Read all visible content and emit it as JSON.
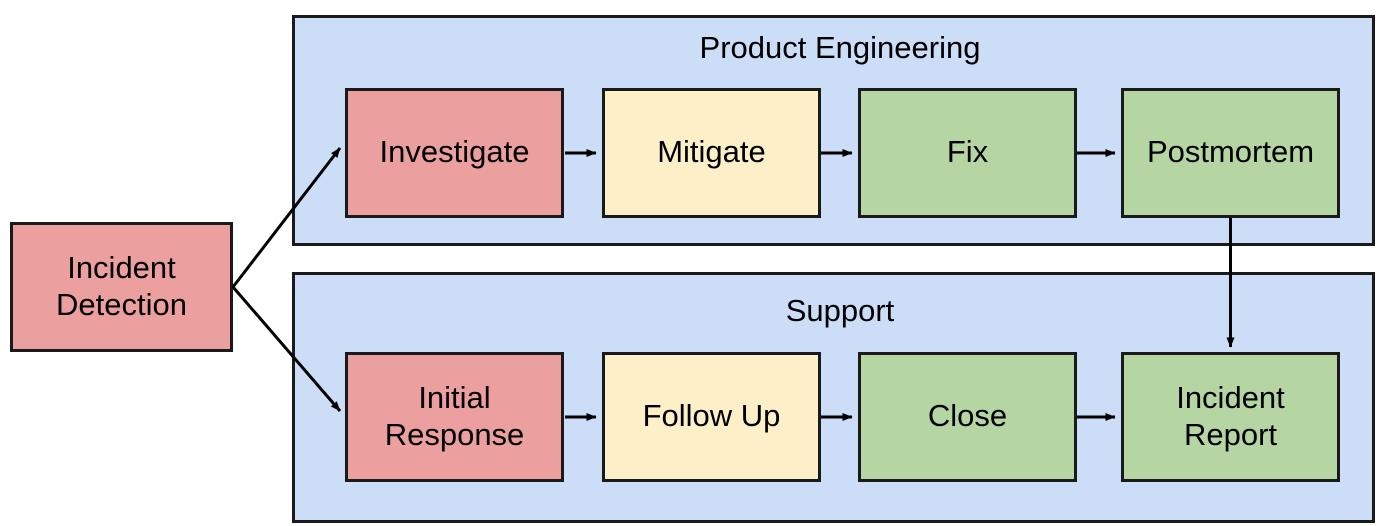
{
  "diagram": {
    "type": "swimlane-flowchart",
    "title_visible": false,
    "colors": {
      "lane_fill": "#ccddf7",
      "lane_stroke": "#1a1a1a",
      "red_fill": "#eb9f9f",
      "yellow_fill": "#fdefc8",
      "green_fill": "#b5d6a3",
      "node_stroke": "#1a1a1a",
      "edge_stroke": "#000000",
      "text": "#000000",
      "background": "#ffffff"
    },
    "start_node": {
      "id": "incident-detection",
      "label_line1": "Incident",
      "label_line2": "Detection",
      "fill_key": "red_fill"
    },
    "lanes": [
      {
        "id": "product-engineering",
        "title": "Product Engineering",
        "nodes": [
          {
            "id": "investigate",
            "label_line1": "Investigate",
            "label_line2": "",
            "fill_key": "red_fill"
          },
          {
            "id": "mitigate",
            "label_line1": "Mitigate",
            "label_line2": "",
            "fill_key": "yellow_fill"
          },
          {
            "id": "fix",
            "label_line1": "Fix",
            "label_line2": "",
            "fill_key": "green_fill"
          },
          {
            "id": "postmortem",
            "label_line1": "Postmortem",
            "label_line2": "",
            "fill_key": "green_fill"
          }
        ]
      },
      {
        "id": "support",
        "title": "Support",
        "nodes": [
          {
            "id": "initial-response",
            "label_line1": "Initial",
            "label_line2": "Response",
            "fill_key": "red_fill"
          },
          {
            "id": "follow-up",
            "label_line1": "Follow Up",
            "label_line2": "",
            "fill_key": "yellow_fill"
          },
          {
            "id": "close",
            "label_line1": "Close",
            "label_line2": "",
            "fill_key": "green_fill"
          },
          {
            "id": "incident-report",
            "label_line1": "Incident",
            "label_line2": "Report",
            "fill_key": "green_fill"
          }
        ]
      }
    ],
    "edges": [
      {
        "id": "edge-detection-investigate",
        "from": "incident-detection",
        "to": "investigate",
        "kind": "diagonal-up"
      },
      {
        "id": "edge-detection-initial-response",
        "from": "incident-detection",
        "to": "initial-response",
        "kind": "diagonal-down"
      },
      {
        "id": "edge-investigate-mitigate",
        "from": "investigate",
        "to": "mitigate",
        "kind": "horizontal"
      },
      {
        "id": "edge-mitigate-fix",
        "from": "mitigate",
        "to": "fix",
        "kind": "horizontal"
      },
      {
        "id": "edge-fix-postmortem",
        "from": "fix",
        "to": "postmortem",
        "kind": "horizontal"
      },
      {
        "id": "edge-initial-response-follow-up",
        "from": "initial-response",
        "to": "follow-up",
        "kind": "horizontal"
      },
      {
        "id": "edge-follow-up-close",
        "from": "follow-up",
        "to": "close",
        "kind": "horizontal"
      },
      {
        "id": "edge-close-incident-report",
        "from": "close",
        "to": "incident-report",
        "kind": "horizontal"
      },
      {
        "id": "edge-postmortem-incident-report",
        "from": "postmortem",
        "to": "incident-report",
        "kind": "vertical-down"
      }
    ]
  }
}
